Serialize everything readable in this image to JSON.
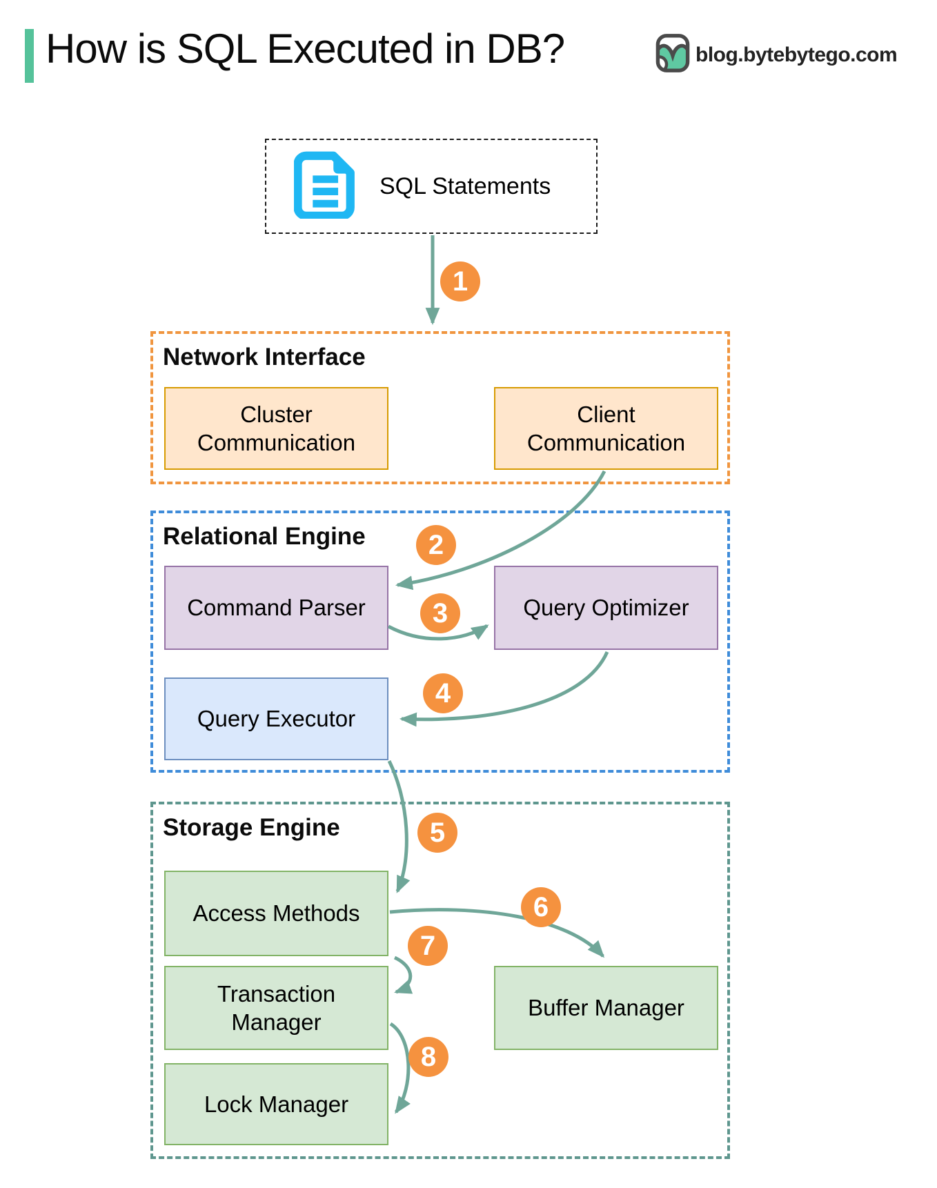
{
  "header": {
    "title": "How is SQL Executed in DB?",
    "brand": {
      "site": "blog.bytebytego.com",
      "logo_icon": "bytebytego-bird-logo"
    }
  },
  "flow": {
    "source": {
      "label": "SQL Statements",
      "icon": "sql-document-icon"
    },
    "sections": [
      {
        "id": "network",
        "title": "Network Interface",
        "boxes": [
          {
            "id": "cluster",
            "label": "Cluster\nCommunication"
          },
          {
            "id": "client",
            "label": "Client\nCommunication"
          }
        ]
      },
      {
        "id": "relational",
        "title": "Relational Engine",
        "boxes": [
          {
            "id": "parser",
            "label": "Command Parser"
          },
          {
            "id": "optimizer",
            "label": "Query Optimizer"
          },
          {
            "id": "executor",
            "label": "Query Executor"
          }
        ]
      },
      {
        "id": "storage",
        "title": "Storage Engine",
        "boxes": [
          {
            "id": "access",
            "label": "Access Methods"
          },
          {
            "id": "transaction",
            "label": "Transaction\nManager"
          },
          {
            "id": "buffer",
            "label": "Buffer Manager"
          },
          {
            "id": "lock",
            "label": "Lock Manager"
          }
        ]
      }
    ],
    "steps": [
      "1",
      "2",
      "3",
      "4",
      "5",
      "6",
      "7",
      "8"
    ]
  },
  "colors": {
    "accent": "#55C29A",
    "arrow": "#6FA698",
    "step_badge": "#F5923F",
    "step_text": "#FFFFFF",
    "network_border": "#F0953F",
    "relational_border": "#3F8CD9",
    "storage_border": "#5E968E",
    "orange_fill": "#FFE6CC",
    "orange_stroke": "#D79B00",
    "purple_fill": "#E1D5E7",
    "purple_stroke": "#9673A6",
    "blue_fill": "#DAE8FC",
    "blue_stroke": "#6C8EBF",
    "green_fill": "#D5E8D4",
    "green_stroke": "#82B366",
    "doc_icon": "#1FB7F3",
    "logo_teal": "#5FC9A2",
    "logo_outline": "#4A4A4A",
    "sql_box_border": "#1A1A1A"
  }
}
